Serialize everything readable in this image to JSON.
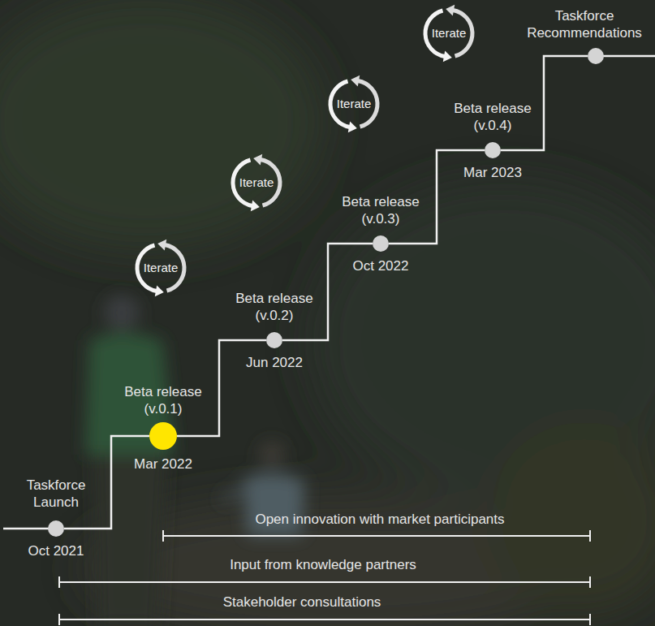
{
  "diagram": {
    "nodes": [
      {
        "text": [
          "Taskforce Launch",
          "Oct 2021"
        ]
      },
      {
        "text": [
          "Beta release (v.0.1)",
          "Mar 2022"
        ]
      },
      {
        "text": [
          "Beta release (v.0.2)",
          "Jun 2022"
        ]
      },
      {
        "text": [
          "Beta release (v.0.3)",
          "Oct 2022"
        ]
      },
      {
        "text": [
          "Beta release (v.0.4)",
          "Mar 2023"
        ]
      },
      {
        "text": [
          "Taskforce Recommendations"
        ]
      },
      {
        "text": [
          "Iterate"
        ]
      },
      {
        "text": [
          "Iterate"
        ]
      },
      {
        "text": [
          "Iterate"
        ]
      },
      {
        "text": [
          "Iterate"
        ]
      }
    ],
    "edges": [
      {
        "from": 0,
        "to": 1,
        "arrow": "none"
      },
      {
        "from": 1,
        "to": 2,
        "arrow": "none"
      },
      {
        "from": 2,
        "to": 3,
        "arrow": "none"
      },
      {
        "from": 3,
        "to": 4,
        "arrow": "none"
      },
      {
        "from": 4,
        "to": 5,
        "arrow": "none"
      }
    ],
    "labels": [
      "Open innovation with market participants",
      "Input from knowledge partners",
      "Stakeholder consultations"
    ]
  }
}
